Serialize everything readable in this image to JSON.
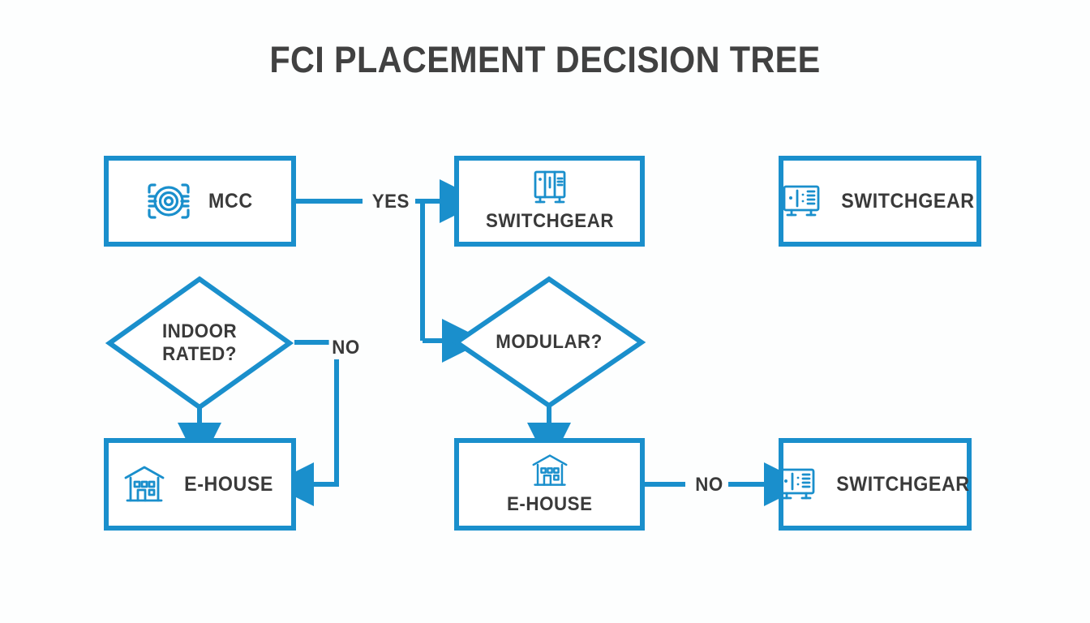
{
  "page": {
    "title": "FCI PLACEMENT DECISION TREE",
    "background_color": "#fdfefe",
    "accent_color": "#1a8fcc",
    "text_color": "#3a3a3a",
    "diagram_type": "decision-tree-flowchart"
  },
  "nodes": {
    "mcc": {
      "label": "MCC",
      "icon": "motor-icon",
      "shape": "rectangle",
      "layout": "icon-left"
    },
    "switchgear_top_middle": {
      "label": "SWITCHGEAR",
      "icon": "switchgear-cabinet-icon",
      "shape": "rectangle",
      "layout": "icon-above"
    },
    "switchgear_top_right": {
      "label": "SWITCHGEAR",
      "icon": "switchboard-panel-icon",
      "shape": "rectangle",
      "layout": "icon-left"
    },
    "indoor_rated": {
      "label_line1": "INDOOR",
      "label_line2": "RATED?",
      "shape": "diamond"
    },
    "modular": {
      "label_line1": "MODULAR?",
      "label_line2": "",
      "shape": "diamond"
    },
    "ehouse_bottom_left": {
      "label": "E-HOUSE",
      "icon": "building-icon",
      "shape": "rectangle",
      "layout": "icon-left"
    },
    "ehouse_bottom_middle": {
      "label": "E-HOUSE",
      "icon": "building-icon",
      "shape": "rectangle",
      "layout": "icon-above"
    },
    "switchgear_bottom_right": {
      "label": "SWITCHGEAR",
      "icon": "switchboard-panel-icon",
      "shape": "rectangle",
      "layout": "icon-left"
    }
  },
  "edges": {
    "mcc_to_switchgear": {
      "label": "YES"
    },
    "indoor_rated_no": {
      "label": "NO"
    },
    "ehouse_to_switchgear_no": {
      "label": "NO"
    }
  }
}
